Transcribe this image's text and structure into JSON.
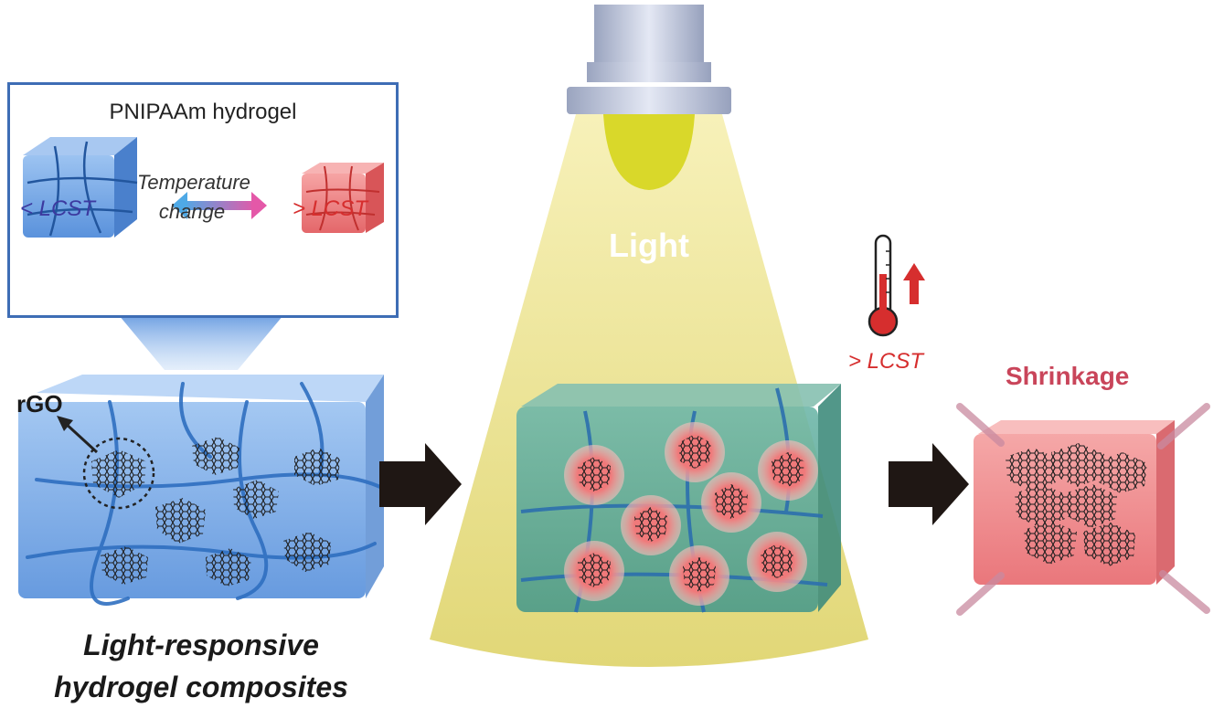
{
  "inset": {
    "title": "PNIPAAm hydrogel",
    "below_lcst_label": "< LCST",
    "above_lcst_label": "> LCST",
    "transition_label_line1": "Temperature",
    "transition_label_line2": "change",
    "colors": {
      "cold_state": "#5b93d8",
      "hot_state": "#e8696b",
      "border": "#3e6db5"
    }
  },
  "composite": {
    "rgo_label": "rGO",
    "caption_line1": "Light-responsive",
    "caption_line2": "hydrogel composites",
    "color": "#6fa3e6"
  },
  "light_stage": {
    "light_label": "Light",
    "beam_color": "#e9e28a",
    "hydrogel_color": "#5fae9a",
    "heated_spot_color": "#ef6a6a"
  },
  "temperature": {
    "label": "> LCST",
    "icon": "thermometer-rising-icon",
    "color": "#d62e2e"
  },
  "result": {
    "label": "Shrinkage",
    "color": "#ef8a8d"
  },
  "arrows": {
    "process_arrow_color": "#1f1714"
  }
}
